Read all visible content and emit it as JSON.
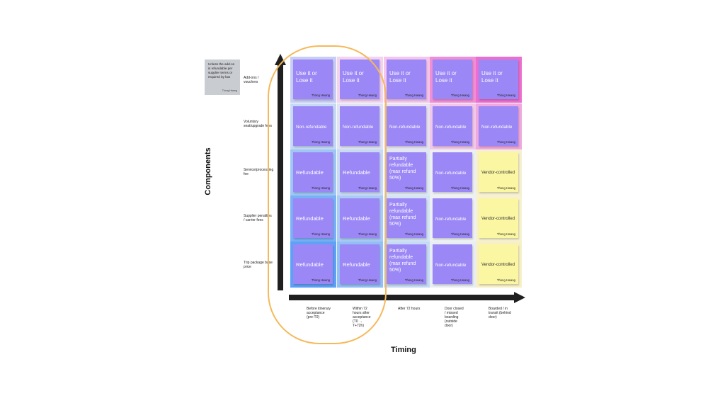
{
  "axes": {
    "y_title": "Components",
    "x_title": "Timing"
  },
  "side_note": {
    "text": "Unless the add-on is refundable per supplier terms or required by law",
    "author": "Thong Hwang"
  },
  "rows": [
    "Add-ons / vouchers",
    "Voluntary seat/upgrade fees",
    "Service/processing fee",
    "Supplier penalties / carrier fees",
    "Trip package base price"
  ],
  "columns": [
    "Before itinerary acceptance (pre-T0)",
    "Within 72 hours after acceptance (T0 → T+72h)",
    "After 72 hours",
    "Door closed / missed boarding (outside door)",
    "Boarded / in transit (behind door)"
  ],
  "cells": [
    [
      {
        "text": "Use it or Lose it",
        "author": "Thong Hwang",
        "color": "purple"
      },
      {
        "text": "Use it or Lose it",
        "author": "Thong Hwang",
        "color": "purple"
      },
      {
        "text": "Use it or Lose it",
        "author": "Thong Hwang",
        "color": "purple"
      },
      {
        "text": "Use it or Lose it",
        "author": "Thong Hwang",
        "color": "purple"
      },
      {
        "text": "Use it or Lose it",
        "author": "Thong Hwang",
        "color": "purple"
      }
    ],
    [
      {
        "text": "Non-refundable",
        "author": "Thong Hwang",
        "color": "purple"
      },
      {
        "text": "Non-refundable",
        "author": "Thong Hwang",
        "color": "purple"
      },
      {
        "text": "Non-refundable",
        "author": "Thong Hwang",
        "color": "purple"
      },
      {
        "text": "Non-refundable",
        "author": "Thong Hwang",
        "color": "purple"
      },
      {
        "text": "Non-refundable",
        "author": "Thong Hwang",
        "color": "purple"
      }
    ],
    [
      {
        "text": "Refundable",
        "author": "Thong Hwang",
        "color": "purple"
      },
      {
        "text": "Refundable",
        "author": "Thong Hwang",
        "color": "purple"
      },
      {
        "text": "Partially refundable (max refund 50%)",
        "author": "Thong Hwang",
        "color": "purple"
      },
      {
        "text": "Non-refundable",
        "author": "Thong Hwang",
        "color": "purple"
      },
      {
        "text": "Vendor-controlled",
        "author": "Thong Hwang",
        "color": "yellow"
      }
    ],
    [
      {
        "text": "Refundable",
        "author": "Thong Hwang",
        "color": "purple"
      },
      {
        "text": "Refundable",
        "author": "Thong Hwang",
        "color": "purple"
      },
      {
        "text": "Partially refundable (max refund 50%)",
        "author": "Thong Hwang",
        "color": "purple"
      },
      {
        "text": "Non-refundable",
        "author": "Thong Hwang",
        "color": "purple"
      },
      {
        "text": "Vendor-controlled",
        "author": "Thong Hwang",
        "color": "yellow"
      }
    ],
    [
      {
        "text": "Refundable",
        "author": "Thong Hwang",
        "color": "purple"
      },
      {
        "text": "Refundable",
        "author": "Thong Hwang",
        "color": "purple"
      },
      {
        "text": "Partially refundable (max refund 50%)",
        "author": "Thong Hwang",
        "color": "purple"
      },
      {
        "text": "Non-refundable",
        "author": "Thong Hwang",
        "color": "purple"
      },
      {
        "text": "Vendor-controlled",
        "author": "Thong Hwang",
        "color": "yellow"
      }
    ]
  ],
  "colors": {
    "axis": "#1f1f1f",
    "highlight_ring": "#f5b95a",
    "sticky_purple": "#9b87f5",
    "sticky_yellow": "#fbf6a2"
  }
}
